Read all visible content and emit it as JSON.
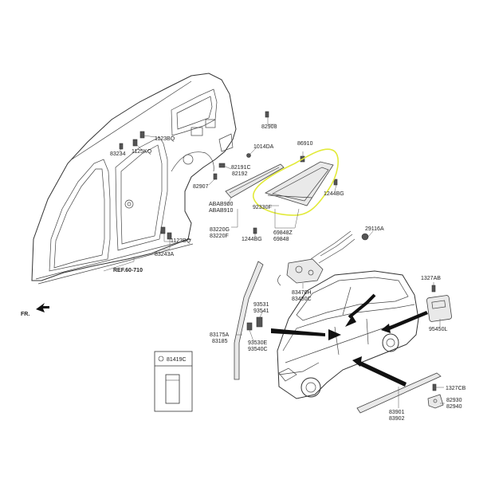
{
  "labels": {
    "p82908": "82908",
    "p86910": "86910",
    "p1123BQ_top": "1123BQ",
    "p83234": "83234",
    "p1125KQ": "1125KQ",
    "p1014DA": "1014DA",
    "p82191C": "82191C",
    "p82192": "82192",
    "p82907": "82907",
    "p1244BG_right": "1244BG",
    "pABAB900": "ABAB900",
    "pABAB910": "ABAB910",
    "p92330F": "92330F",
    "p83220G": "83220G",
    "p83220F": "83220F",
    "p1244BG_left": "1244BG",
    "p69848Z": "69848Z",
    "p69848": "69848",
    "p29116A": "29116A",
    "p1123BQ_low": "1123BQ",
    "p83243A": "83243A",
    "ref": "REF.60-710",
    "fr": "FR.",
    "p1327AB": "1327AB",
    "p83470H": "83470H",
    "p83480C": "83480C",
    "p93531": "93531",
    "p93541": "93541",
    "p95450L": "95450L",
    "p83175A": "83175A",
    "p83185": "83185",
    "p93530E": "93530E",
    "p93540C": "93540C",
    "p81419C": "81419C",
    "p1327CB": "1327CB",
    "p82930": "82930",
    "p82940": "82940",
    "p83901": "83901",
    "p83902": "83902"
  },
  "colors": {
    "highlight": "#e2ea3a",
    "line": "#333333",
    "callout_arrow": "#111111"
  },
  "legend_box": {
    "code": "81419C",
    "icon": "caution-label-icon"
  }
}
